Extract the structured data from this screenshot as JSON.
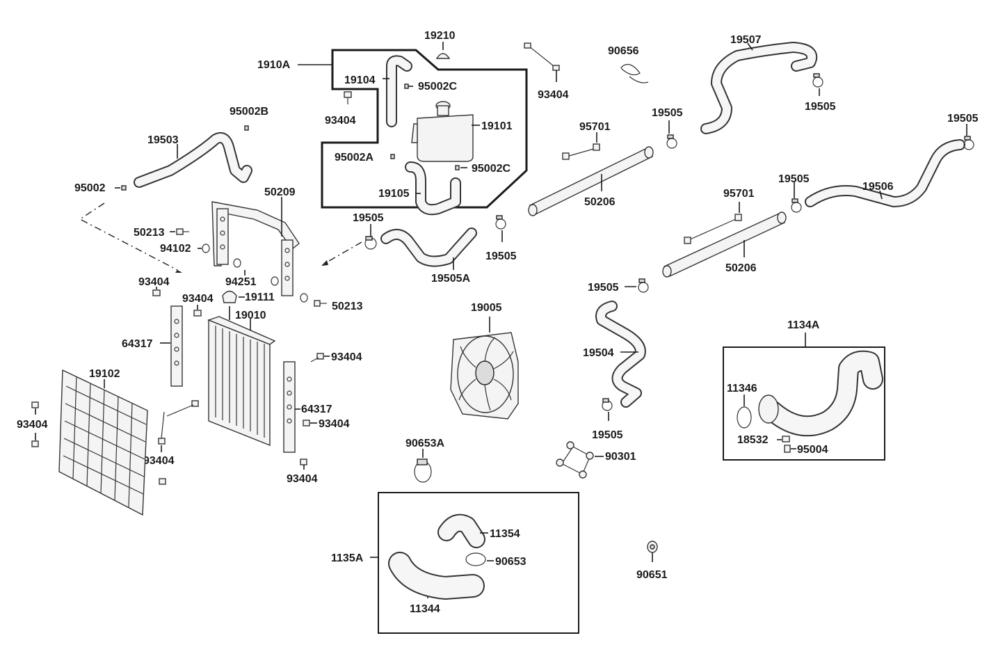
{
  "labels": {
    "l_19210": "19210",
    "l_1910A": "1910A",
    "l_19104": "19104",
    "l_95002C_a": "95002C",
    "l_93404_tank": "93404",
    "l_19101": "19101",
    "l_95002A": "95002A",
    "l_95002C_b": "95002C",
    "l_19105": "19105",
    "l_93404_top": "93404",
    "l_90656": "90656",
    "l_19507": "19507",
    "l_19505_a": "19505",
    "l_95002B": "95002B",
    "l_19503": "19503",
    "l_95002": "95002",
    "l_50209": "50209",
    "l_50213_a": "50213",
    "l_94102": "94102",
    "l_94251": "94251",
    "l_19111": "19111",
    "l_50213_b": "50213",
    "l_93404_left1": "93404",
    "l_93404_left2": "93404",
    "l_19010": "19010",
    "l_64317_a": "64317",
    "l_19102": "19102",
    "l_93404_left3": "93404",
    "l_93404_mid1": "93404",
    "l_93404_right1": "93404",
    "l_64317_b": "64317",
    "l_93404_right2": "93404",
    "l_93404_right3": "93404",
    "l_19505_b": "19505",
    "l_19505A": "19505A",
    "l_19505_c": "19505",
    "l_95701_a": "95701",
    "l_50206_a": "50206",
    "l_19505_d": "19505",
    "l_19505_e": "19505",
    "l_19505_f": "19505",
    "l_19506": "19506",
    "l_95701_b": "95701",
    "l_50206_b": "50206",
    "l_19505_g": "19505",
    "l_19005": "19005",
    "l_19504": "19504",
    "l_19505_h": "19505",
    "l_1134A": "1134A",
    "l_11346": "11346",
    "l_18532": "18532",
    "l_95004": "95004",
    "l_90653A": "90653A",
    "l_90301": "90301",
    "l_1135A": "1135A",
    "l_11354": "11354",
    "l_90653": "90653",
    "l_11344": "11344",
    "l_90651": "90651"
  },
  "icons": [
    "radiator",
    "fan",
    "expansion-tank",
    "hose",
    "clamp",
    "bolt",
    "washer",
    "bracket",
    "screen-mesh",
    "pipe"
  ]
}
